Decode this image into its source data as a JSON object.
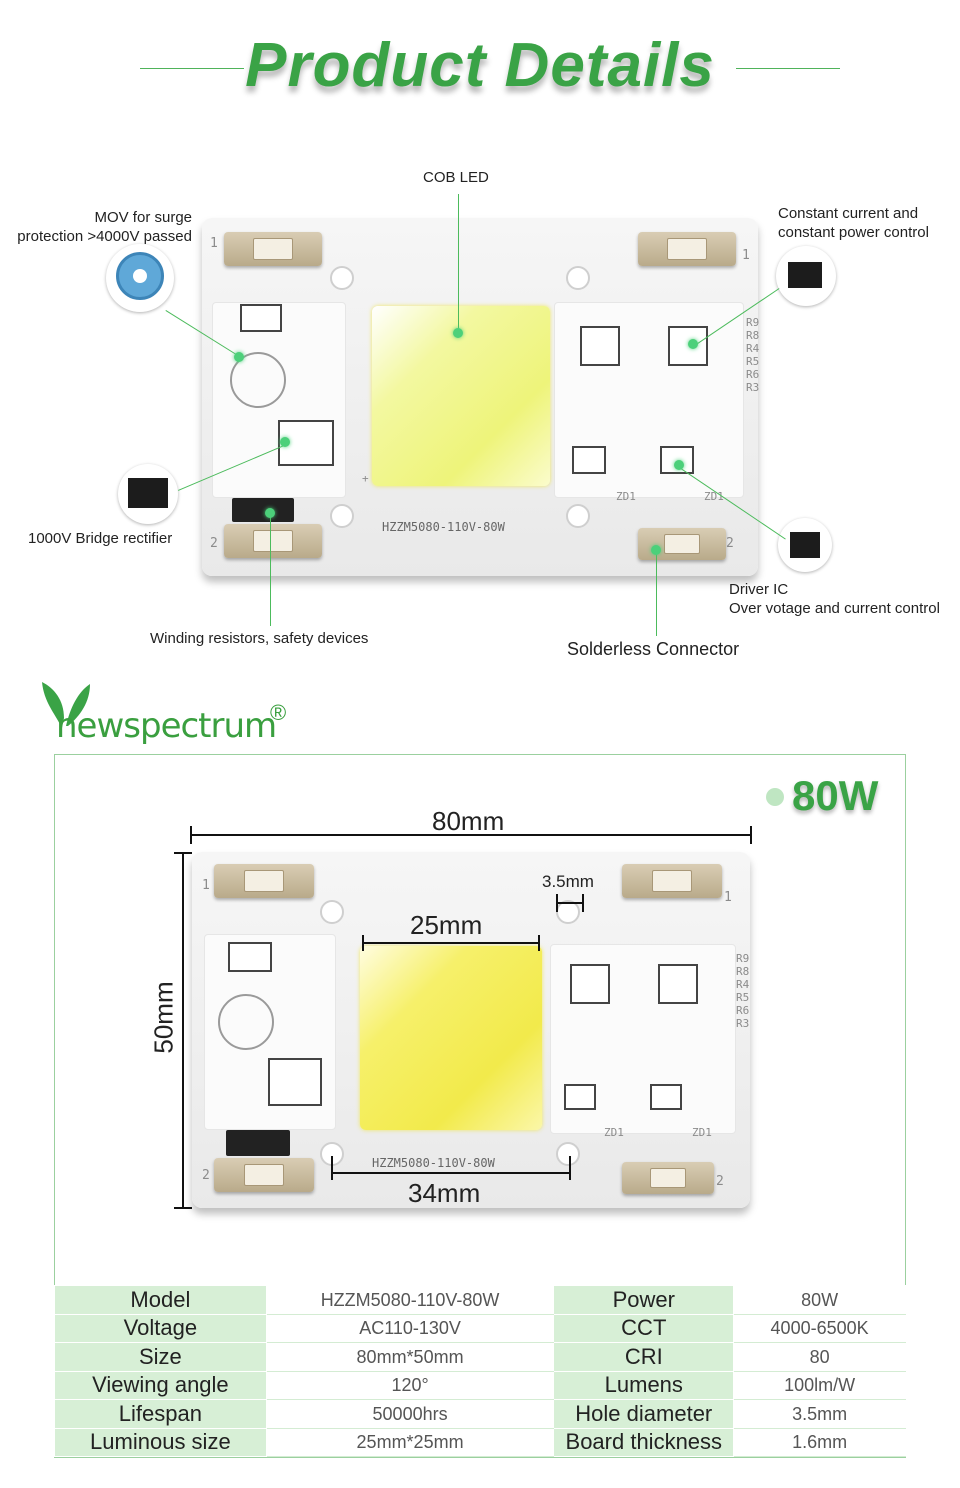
{
  "header": {
    "title": "Product Details"
  },
  "callouts": {
    "cob_led": "COB LED",
    "mov_line1": "MOV for surge",
    "mov_line2": "protection >4000V passed",
    "constant_line1": "Constant current and",
    "constant_line2": "constant power control",
    "bridge": "1000V Bridge rectifier",
    "winding": "Winding resistors, safety devices",
    "connector": "Solderless Connector",
    "driver_line1": "Driver IC",
    "driver_line2": "Over votage and current control"
  },
  "board": {
    "model_print": "HZZM5080-110V-80W",
    "pin1": "1",
    "pin2": "2",
    "silk_labels": [
      "R9",
      "R8",
      "R4",
      "R5",
      "R6",
      "R3"
    ],
    "zd": "ZD1",
    "plus": "+"
  },
  "brand": {
    "name": "newspectrum",
    "registered": "®"
  },
  "power_badge": "80W",
  "dimensions": {
    "width": "80mm",
    "height": "50mm",
    "chip": "25mm",
    "hole": "3.5mm",
    "hole_spacing": "34mm"
  },
  "specs": [
    {
      "label": "Model",
      "value": "HZZM5080-110V-80W",
      "label2": "Power",
      "value2": "80W"
    },
    {
      "label": "Voltage",
      "value": "AC110-130V",
      "label2": "CCT",
      "value2": "4000-6500K"
    },
    {
      "label": "Size",
      "value": "80mm*50mm",
      "label2": "CRI",
      "value2": "80"
    },
    {
      "label": "Viewing angle",
      "value": "120°",
      "label2": "Lumens",
      "value2": "100lm/W"
    },
    {
      "label": "Lifespan",
      "value": "50000hrs",
      "label2": "Hole diameter",
      "value2": "3.5mm"
    },
    {
      "label": "Luminous size",
      "value": "25mm*25mm",
      "label2": "Board thickness",
      "value2": "1.6mm"
    }
  ],
  "colors": {
    "brand_green": "#3aa346",
    "chip_yellow": "#f2ea4b",
    "table_label_bg": "#d7efd6"
  },
  "icons": [
    "leaf-logo-icon",
    "green-bullet-icon"
  ]
}
